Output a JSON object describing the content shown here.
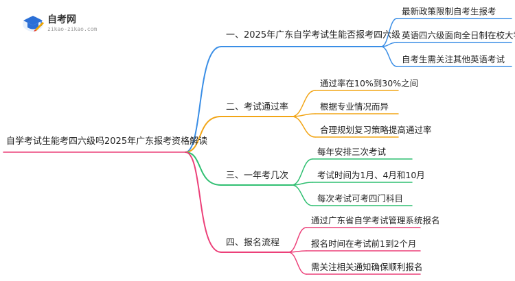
{
  "logo": {
    "name": "自考网",
    "url": "zikao-zikao.com",
    "icon": "graduation-cap-icon",
    "colors": {
      "cap": "#2b6fd6",
      "pencil": "#f0a500",
      "accent": "#e53935"
    }
  },
  "root": {
    "label": "自学考试生能考四六级吗2025年广东报考资格解读"
  },
  "branches": [
    {
      "label": "一、2025年广东自学考试生能否报考四六级",
      "color": "#3a8ee6",
      "leaves": [
        "最新政策限制自考生报考",
        "英语四六级面向全日制在校大学生",
        "自考生需关注其他英语考试"
      ]
    },
    {
      "label": "二、考试通过率",
      "color": "#f2a516",
      "leaves": [
        "通过率在10%到30%之间",
        "根据专业情况而异",
        "合理规划复习策略提高通过率"
      ]
    },
    {
      "label": "三、一年考几次",
      "color": "#2fbf71",
      "leaves": [
        "每年安排三次考试",
        "考试时间为1月、4月和10月",
        "每次考试可考四门科目"
      ]
    },
    {
      "label": "四、报名流程",
      "color": "#ec4079",
      "leaves": [
        "通过广东省自学考试管理系统报名",
        "报名时间在考试前1到2个月",
        "需关注相关通知确保顺利报名"
      ]
    }
  ]
}
